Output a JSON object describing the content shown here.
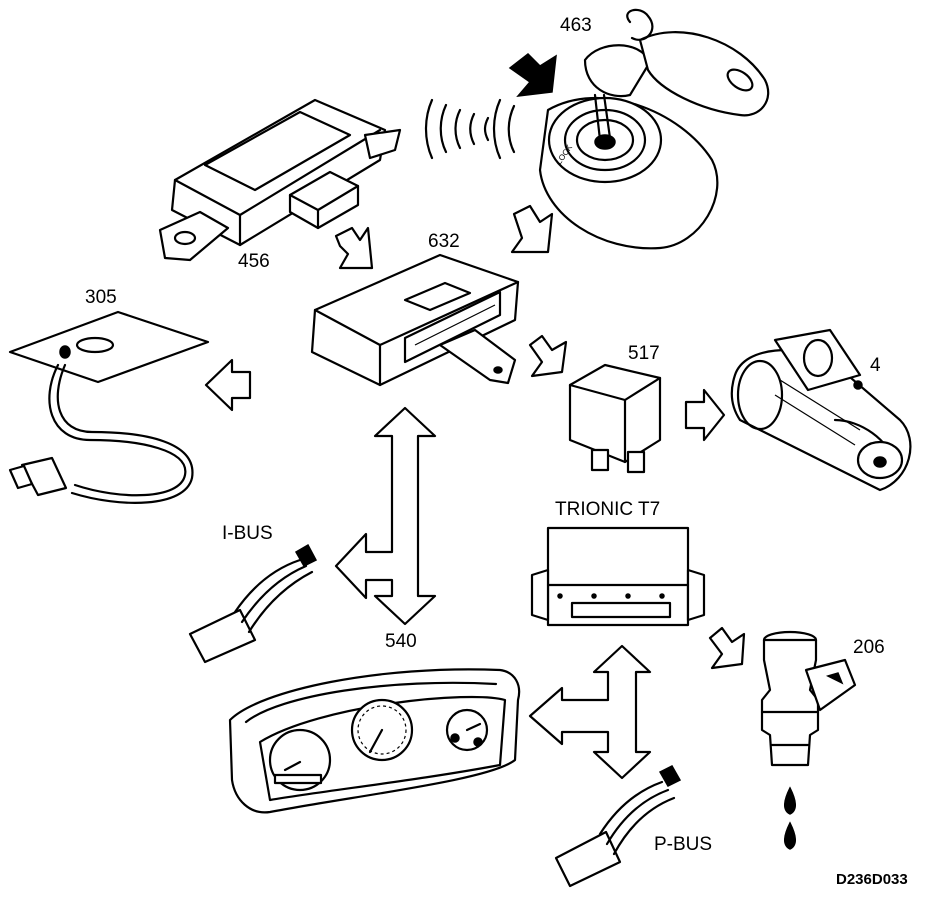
{
  "labels": {
    "key_ignition": "463",
    "immobiliser_unit": "456",
    "twice_module": "632",
    "antenna_plate": "305",
    "starter_relay": "517",
    "starter_motor": "4",
    "engine_control": "TRIONIC T7",
    "ibus": "I-BUS",
    "instrument_cluster": "540",
    "injector": "206",
    "pbus": "P-BUS",
    "figure_code": "D236D033"
  }
}
